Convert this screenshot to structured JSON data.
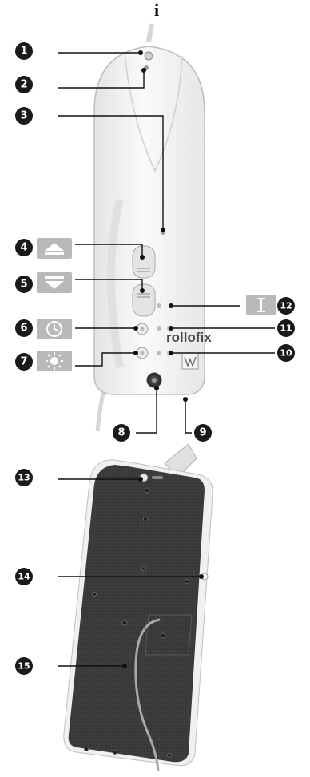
{
  "header": {
    "faded_text": "",
    "info_symbol": "i"
  },
  "device": {
    "brand": "rollofix"
  },
  "icons": {
    "up": "arrow-up-icon",
    "down": "arrow-down-icon",
    "clock": "clock-icon",
    "sun": "sun-icon",
    "text_cursor": "text-cursor-icon"
  },
  "callouts": [
    "1",
    "2",
    "3",
    "4",
    "5",
    "6",
    "7",
    "8",
    "9",
    "10",
    "11",
    "12",
    "13",
    "14",
    "15"
  ],
  "colors": {
    "callout_bg": "#1a1a1a",
    "icon_tile": "#b9b9b9",
    "device_body": "#f2f2f2",
    "back_panel": "#3a3a3a"
  }
}
